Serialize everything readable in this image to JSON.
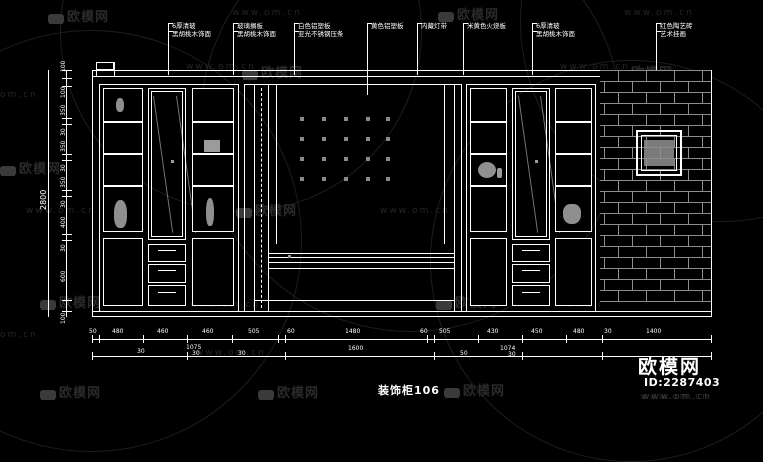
{
  "document": {
    "title": "装饰柜106",
    "id_text": "ID:2287403",
    "site_logo": "欧模网",
    "site_url": "www.om.cn"
  },
  "watermarks": {
    "brand": "欧模网",
    "url": "www.om.cn",
    "url_short": "om.cn"
  },
  "annotations": [
    {
      "id": "a1",
      "lines": [
        "6厚清玻",
        "黑胡桃木饰面"
      ]
    },
    {
      "id": "a2",
      "lines": [
        "玻璃搁板",
        "黑胡桃木饰面"
      ]
    },
    {
      "id": "a3",
      "lines": [
        "白色铝塑板",
        "亚光不锈钢压条"
      ]
    },
    {
      "id": "a4",
      "lines": [
        "黄色铝塑板"
      ]
    },
    {
      "id": "a5",
      "lines": [
        "内藏灯带"
      ]
    },
    {
      "id": "a6",
      "lines": [
        "米黄色火烧板"
      ]
    },
    {
      "id": "a7",
      "lines": [
        "6厚清玻",
        "黑胡桃木饰面"
      ]
    },
    {
      "id": "a8",
      "lines": [
        "红色陶艺砖",
        "艺术挂画"
      ]
    }
  ],
  "dimensions": {
    "horizontal_row1": [
      "50",
      "480",
      "460",
      "460",
      "505",
      "60",
      "1480",
      "60",
      "505",
      "430",
      "450",
      "480",
      "30",
      "1400"
    ],
    "horizontal_row2": [
      "30",
      "1075",
      "30",
      "30",
      "1600",
      "50",
      "1074",
      "30"
    ],
    "vertical_left": [
      "100",
      "100",
      "350",
      "30",
      "350",
      "30",
      "350",
      "30",
      "400",
      "30",
      "600",
      "100"
    ],
    "vertical_total": "2800"
  },
  "colors": {
    "background": "#000000",
    "line": "#ffffff",
    "brick": "#8d8d8d",
    "tile": "#8a8a8a",
    "watermark": "#2a2a2a"
  }
}
